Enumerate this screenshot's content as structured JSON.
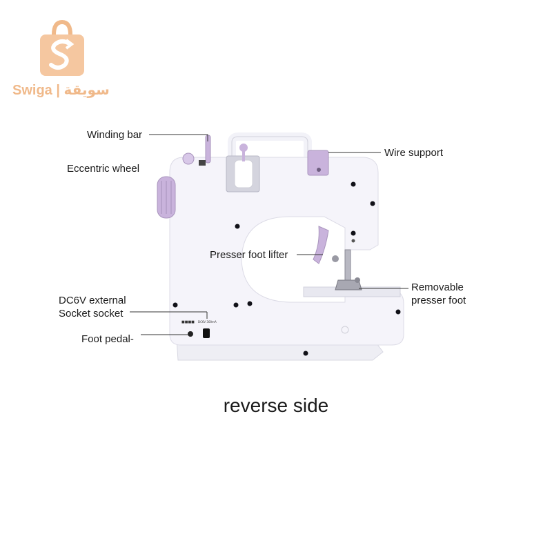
{
  "brand": {
    "name": "Swiga | سويقة",
    "color": "#f0b98a",
    "icon": "shopping-bag-logo-icon"
  },
  "labels": {
    "winding_bar": "Winding bar",
    "eccentric_wheel": "Eccentric wheel",
    "wire_support": "Wire support",
    "presser_foot_lifter": "Presser foot lifter",
    "removable_presser_foot_1": "Removable",
    "removable_presser_foot_2": "presser foot",
    "dc_socket_1": "DC6V external",
    "dc_socket_2": "Socket socket",
    "foot_pedal": "Foot pedal-"
  },
  "caption": "reverse side",
  "colors": {
    "machine_body": "#f4f3fa",
    "accent_lavender": "#c9b3dc",
    "leader_line": "#333333"
  }
}
